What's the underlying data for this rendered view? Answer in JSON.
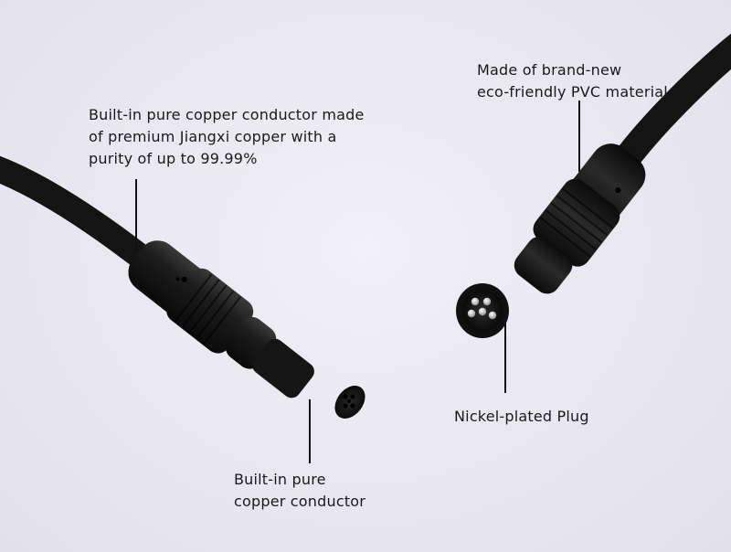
{
  "annotations": {
    "copper_detail": {
      "lines": [
        "Built-in pure copper conductor made",
        "of premium Jiangxi copper with a",
        "purity of up to 99.99%"
      ]
    },
    "pvc_material": {
      "lines": [
        "Made of brand-new",
        "eco-friendly PVC material"
      ]
    },
    "plug": {
      "lines": [
        "Nickel-plated Plug"
      ]
    },
    "conductor": {
      "lines": [
        "Built-in pure",
        "copper conductor"
      ]
    }
  },
  "colors": {
    "background": "#e9e7ef",
    "cable": "#141414",
    "text": "#1a1a1a"
  }
}
